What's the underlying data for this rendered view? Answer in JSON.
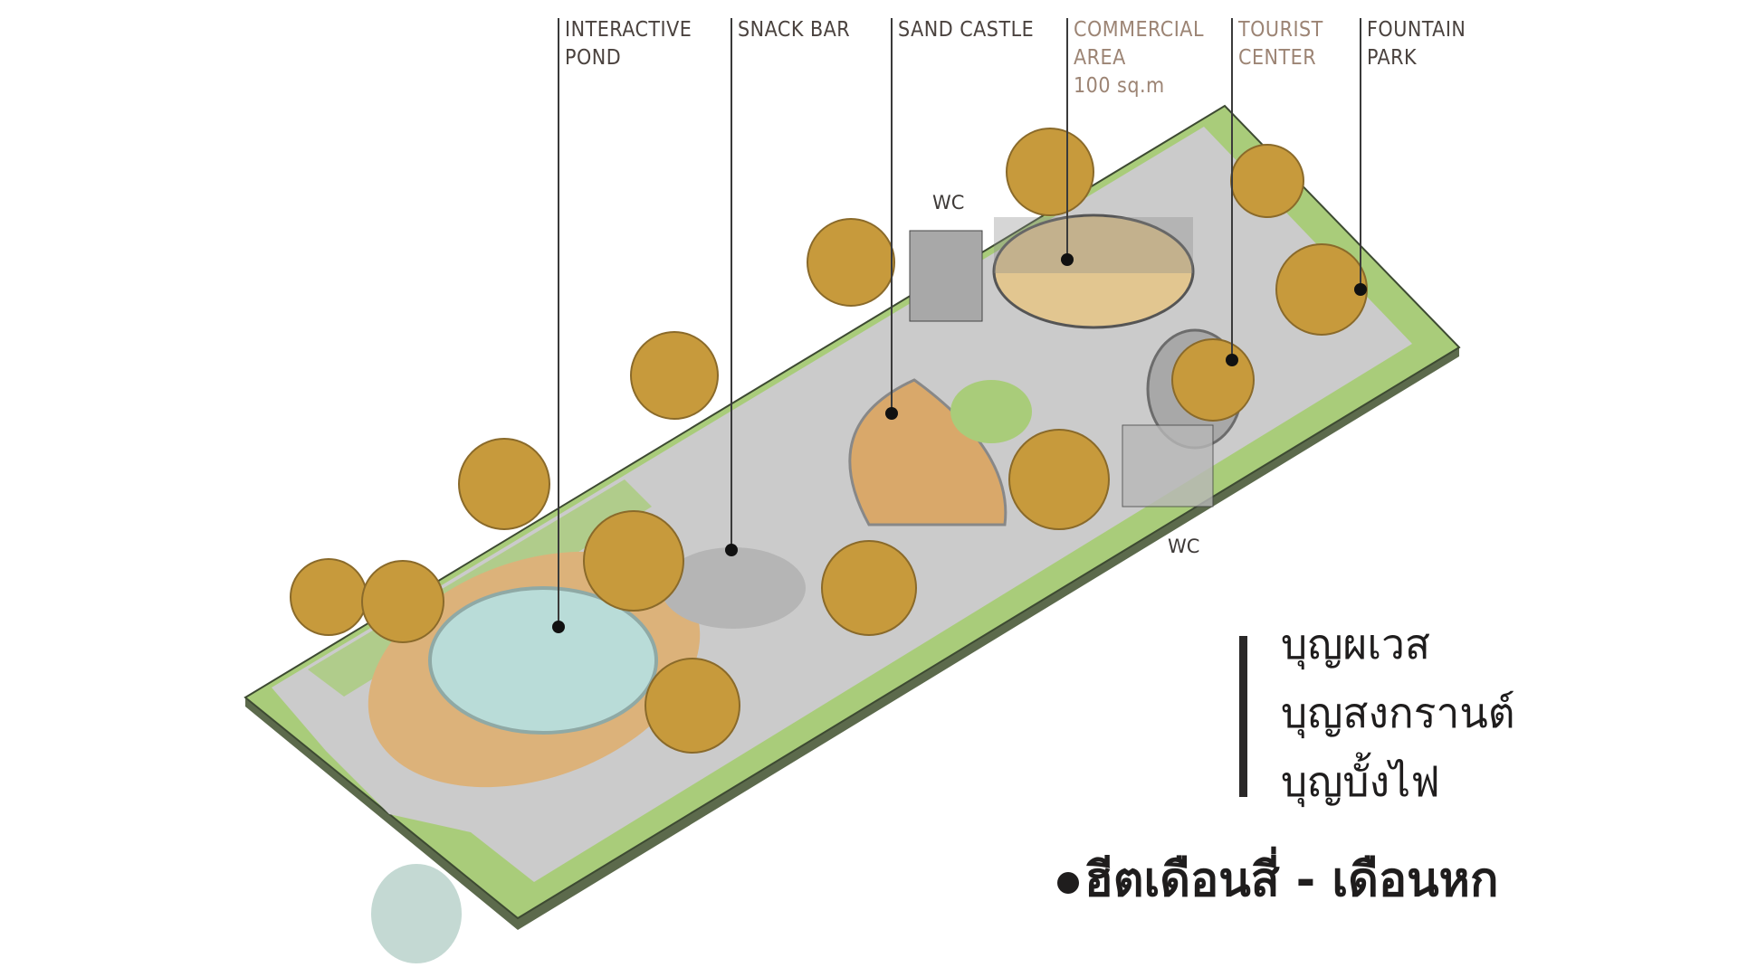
{
  "labels": {
    "interactive_pond": [
      "INTERACTIVE",
      "POND"
    ],
    "snack_bar": "SNACK BAR",
    "sand_castle": "SAND CASTLE",
    "commercial_area": [
      "COMMERCIAL",
      "AREA",
      "100 sq.m"
    ],
    "tourist_center": [
      "TOURIST",
      "CENTER"
    ],
    "fountain_park": [
      "FOUNTAIN",
      "PARK"
    ]
  },
  "wc_labels": [
    "WC",
    "WC"
  ],
  "festivals": [
    "บุญผเวส",
    "บุญสงกรานต์",
    "บุญบั้งไฟ"
  ],
  "period": "ฮีตเดือนสี่ - เดือนหก",
  "colors": {
    "grass": "#a9cc7a",
    "path": "#c9c9c9",
    "sand": "#dcb27a",
    "water": "#b9dcd8",
    "tree": "#c79a3c",
    "label": "#4a423e",
    "label_accent": "#9c8474"
  }
}
